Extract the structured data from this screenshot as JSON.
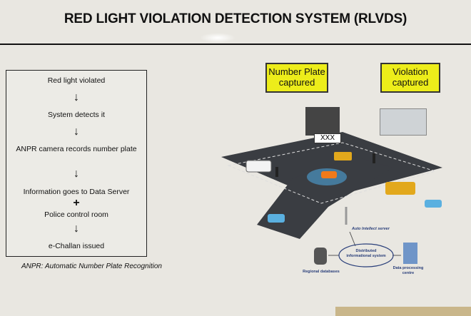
{
  "title": "RED LIGHT VIOLATION DETECTION SYSTEM (RLVDS)",
  "flow": {
    "steps": [
      "Red light violated",
      "System detects it",
      "ANPR camera records number plate",
      "Information goes to Data Server",
      "Police control room",
      "e-Challan issued"
    ],
    "arrow": "↓",
    "plus": "+"
  },
  "note": "ANPR: Automatic Number Plate Recognition",
  "diagram": {
    "callout_plate": "Number Plate captured",
    "callout_violation": "Violation captured",
    "plate_text": "XXX",
    "server_label": "Auto Intellect server",
    "hub_label": "Distributed informational system",
    "db_label": "Regional databases",
    "dc_label": "Data processing centre"
  },
  "colors": {
    "callout": "#eded1a",
    "road": "#3a3d42"
  }
}
